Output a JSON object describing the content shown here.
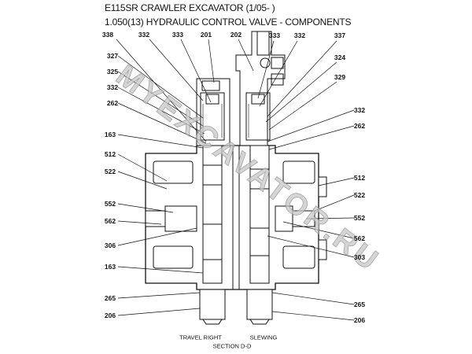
{
  "header": {
    "title": "E115SR CRAWLER EXCAVATOR (1/05- )",
    "subtitle": "1.050(13) HYDRAULIC CONTROL VALVE - COMPONENTS"
  },
  "watermark": "MYEXCAVATOR.RU",
  "labels": {
    "top": [
      "338",
      "332",
      "333",
      "201",
      "202",
      "333",
      "332",
      "337"
    ],
    "left": [
      "327",
      "325",
      "332",
      "262",
      "163",
      "512",
      "522",
      "552",
      "562",
      "306",
      "163",
      "265",
      "206"
    ],
    "right": [
      "324",
      "329",
      "332",
      "262",
      "512",
      "522",
      "552",
      "562",
      "303",
      "265",
      "206"
    ]
  },
  "captions": {
    "left_section": "TRAVEL RIGHT",
    "right_section": "SLEWING",
    "section": "SECTION  D-D"
  }
}
